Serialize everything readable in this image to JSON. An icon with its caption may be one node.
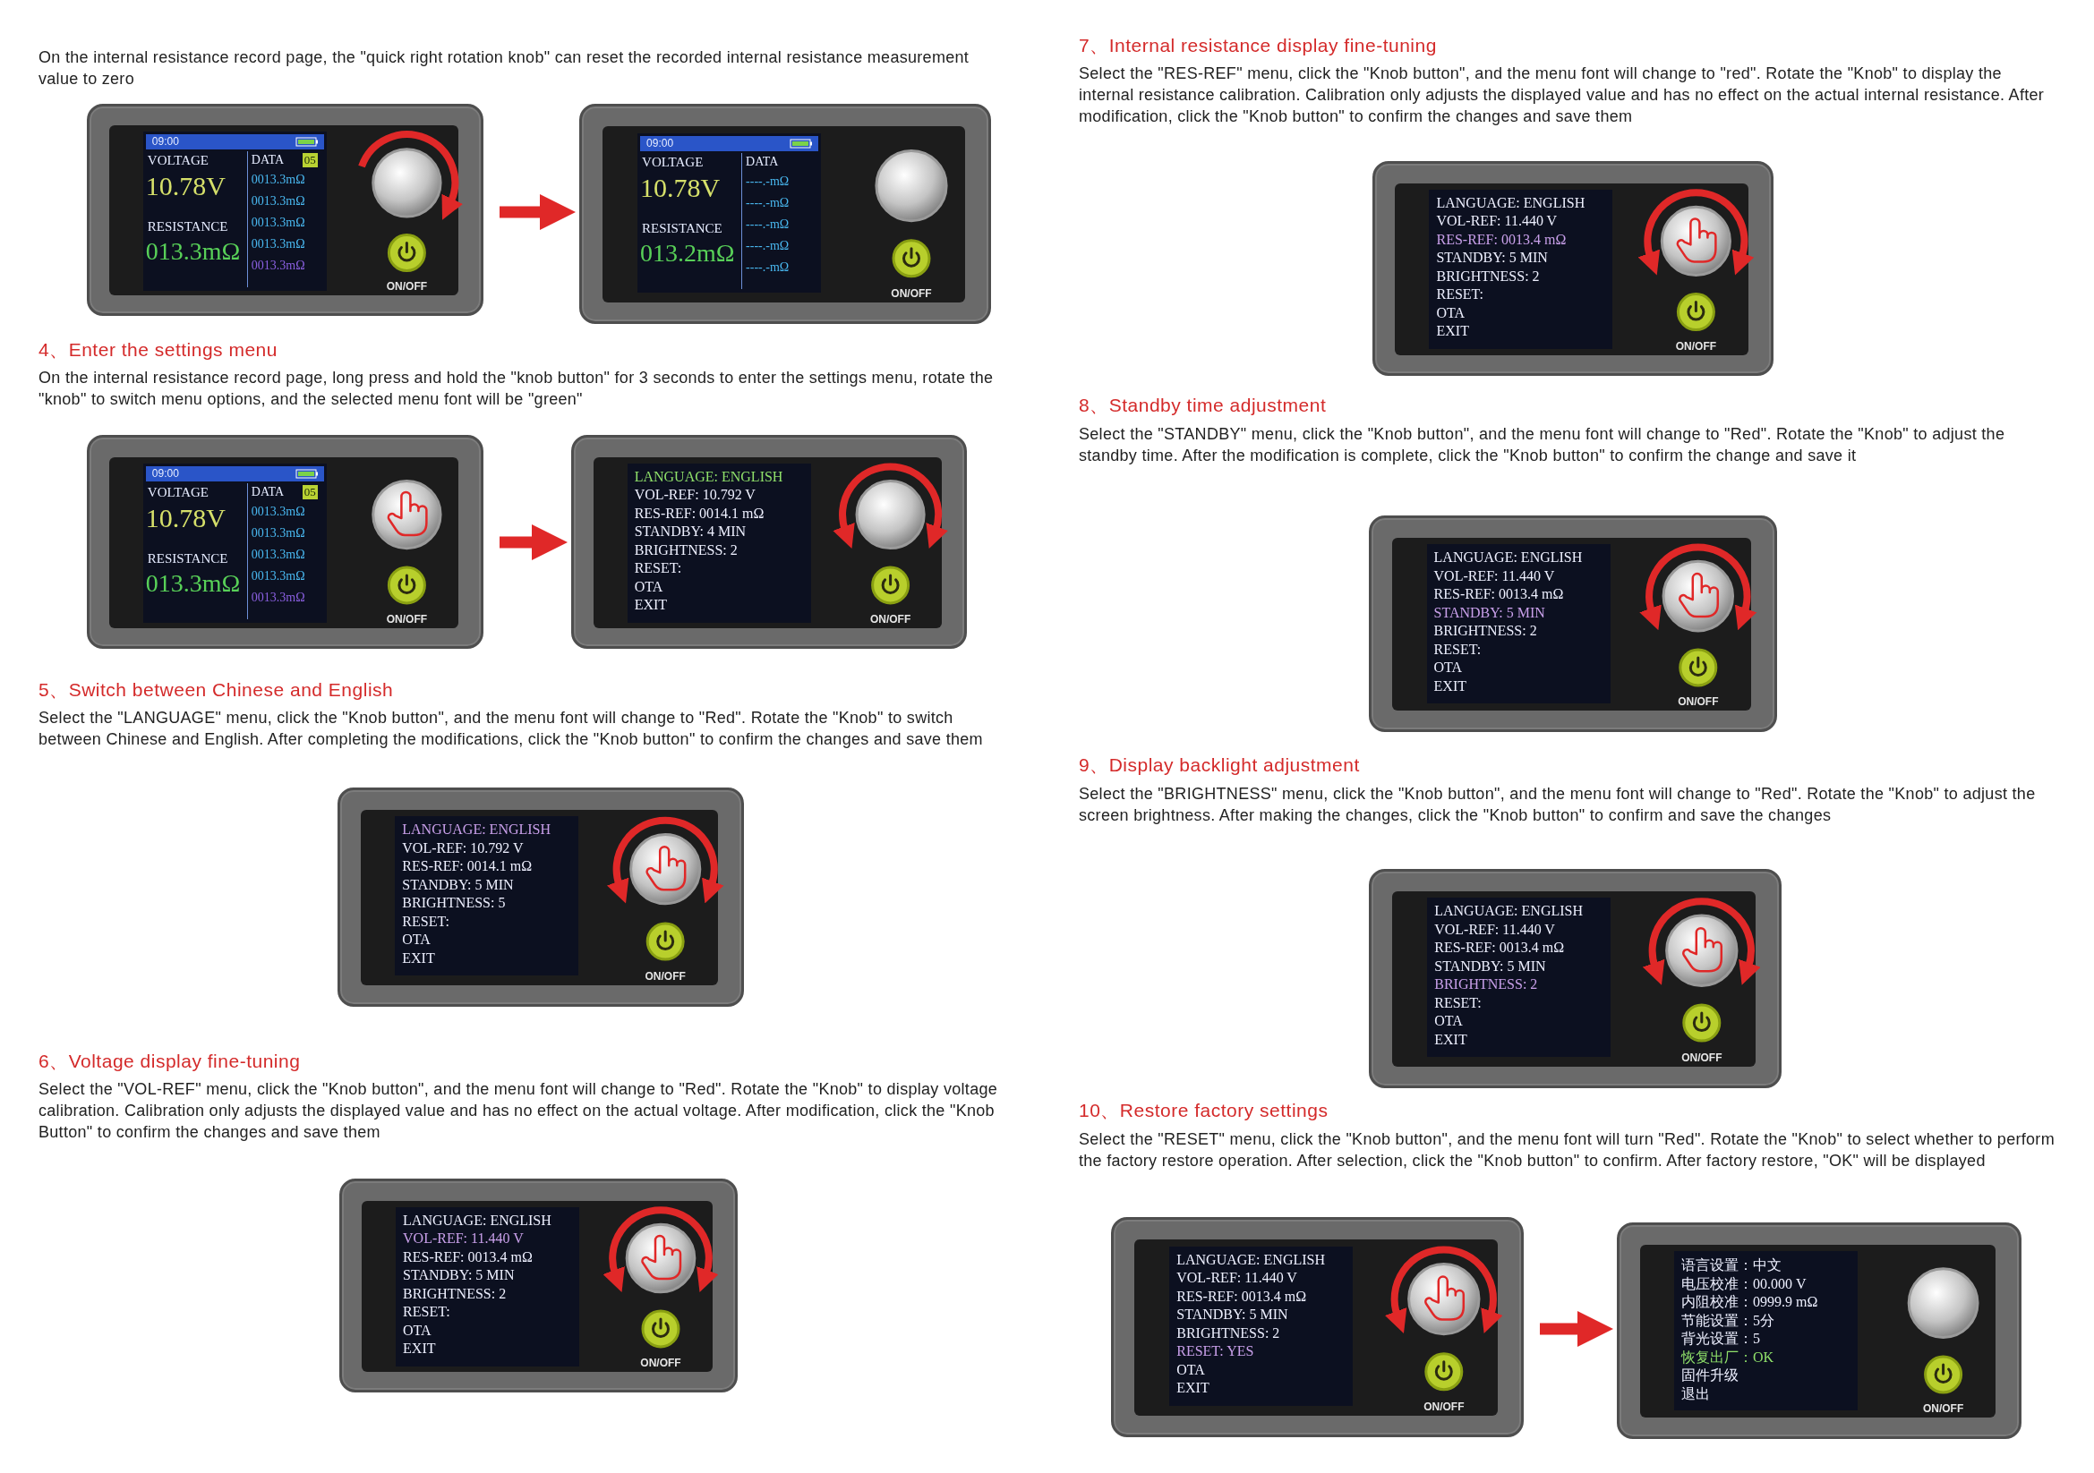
{
  "diagram": {
    "nodes": [
      {
        "text": [
          "09:00",
          "VOLTAGE",
          "DATA",
          "05",
          "10.78V",
          "0013.3mΩ",
          "0013.3mΩ",
          "0013.3mΩ",
          "0013.3mΩ",
          "0013.3mΩ",
          "RESISTANCE",
          "013.3mΩ",
          "ON/OFF"
        ]
      },
      {
        "text": [
          "09:00",
          "VOLTAGE",
          "DATA",
          "10.78V",
          "----.-mΩ",
          "----.-mΩ",
          "----.-mΩ",
          "----.-mΩ",
          "----.-mΩ",
          "RESISTANCE",
          "013.2mΩ",
          "ON/OFF"
        ]
      },
      {
        "text": [
          "09:00",
          "VOLTAGE",
          "DATA",
          "05",
          "10.78V",
          "0013.3mΩ",
          "0013.3mΩ",
          "0013.3mΩ",
          "0013.3mΩ",
          "0013.3mΩ",
          "RESISTANCE",
          "013.3mΩ",
          "ON/OFF"
        ]
      },
      {
        "text": [
          "LANGUAGE: ENGLISH",
          "VOL-REF: 10.792 V",
          "RES-REF: 0014.1 mΩ",
          "STANDBY: 4 MIN",
          "BRIGHTNESS: 2",
          "RESET:",
          "OTA",
          "EXIT",
          "ON/OFF"
        ]
      },
      {
        "text": [
          "LANGUAGE: ENGLISH",
          "VOL-REF: 10.792 V",
          "RES-REF: 0014.1 mΩ",
          "STANDBY: 5 MIN",
          "BRIGHTNESS: 5",
          "RESET:",
          "OTA",
          "EXIT",
          "ON/OFF"
        ]
      },
      {
        "text": [
          "LANGUAGE: ENGLISH",
          "VOL-REF: 11.440 V",
          "RES-REF: 0013.4 mΩ",
          "STANDBY: 5 MIN",
          "BRIGHTNESS: 2",
          "RESET:",
          "OTA",
          "EXIT",
          "ON/OFF"
        ]
      },
      {
        "text": [
          "LANGUAGE: ENGLISH",
          "VOL-REF: 11.440 V",
          "RES-REF: 0013.4 mΩ",
          "STANDBY: 5 MIN",
          "BRIGHTNESS: 2",
          "RESET:",
          "OTA",
          "EXIT",
          "ON/OFF"
        ]
      },
      {
        "text": [
          "LANGUAGE: ENGLISH",
          "VOL-REF: 11.440 V",
          "RES-REF: 0013.4 mΩ",
          "STANDBY: 5 MIN",
          "BRIGHTNESS: 2",
          "RESET:",
          "OTA",
          "EXIT",
          "ON/OFF"
        ]
      },
      {
        "text": [
          "LANGUAGE: ENGLISH",
          "VOL-REF: 11.440 V",
          "RES-REF: 0013.4 mΩ",
          "STANDBY: 5 MIN",
          "BRIGHTNESS: 2",
          "RESET:",
          "OTA",
          "EXIT",
          "ON/OFF"
        ]
      },
      {
        "text": [
          "LANGUAGE: ENGLISH",
          "VOL-REF: 11.440 V",
          "RES-REF: 0013.4 mΩ",
          "STANDBY: 5 MIN",
          "BRIGHTNESS: 2",
          "RESET: YES",
          "OTA",
          "EXIT",
          "ON/OFF"
        ]
      },
      {
        "text": [
          "语言设置：中文",
          "电压校准：00.000 V",
          "内阻校准：0999.9 mΩ",
          "节能设置：5分",
          "背光设置：5",
          "恢复出厂：OK",
          "固件升级",
          "退出",
          "ON/OFF"
        ]
      }
    ],
    "edges": [
      {
        "from": 0,
        "to": 1,
        "arrow": "to"
      },
      {
        "from": 2,
        "to": 3,
        "arrow": "to"
      },
      {
        "from": 9,
        "to": 10,
        "arrow": "to"
      }
    ],
    "labels": [
      "On the internal resistance record page, the \"quick right rotation knob\" can reset the recorded internal resistance measurement value to zero",
      "4、Enter the settings menu",
      "On the internal resistance record page, long press and hold the \"knob button\" for 3 seconds to enter the settings menu, rotate the \"knob\" to switch menu options, and the selected menu font will be \"green\"",
      "5、Switch between Chinese and English",
      "Select the \"LANGUAGE\" menu, click the \"Knob button\", and the menu font will change to \"Red\". Rotate the \"Knob\" to switch between Chinese and English. After completing the modifications, click the \"Knob button\" to confirm the changes and save them",
      "6、Voltage display fine-tuning",
      "Select the \"VOL-REF\" menu, click the \"Knob button\", and the menu font will change to \"Red\". Rotate the \"Knob\" to display voltage calibration. Calibration only adjusts the displayed value and has no effect on the actual voltage. After modification, click the \"Knob Button\" to confirm the changes and save them",
      "7、Internal resistance display fine-tuning",
      "Select the \"RES-REF\" menu, click the \"Knob button\", and the menu font will change to \"red\". Rotate the \"Knob\" to display the internal resistance calibration. Calibration only adjusts the displayed value and has no effect on the actual internal resistance. After modification, click the \"Knob button\" to confirm the changes and save them",
      "8、Standby time adjustment",
      "Select the \"STANDBY\" menu, click the \"Knob button\", and the menu font will change to \"Red\". Rotate the \"Knob\" to adjust the standby time. After the modification is complete, click the \"Knob button\" to confirm the change and save it",
      "9、Display backlight adjustment",
      "Select the \"BRIGHTNESS\" menu, click the \"Knob button\", and the menu font will change to \"Red\". Rotate the \"Knob\" to adjust the screen brightness. After making the changes, click the \"Knob button\" to confirm and save the changes",
      "10、Restore factory settings",
      "Select the \"RESET\" menu, click the \"Knob button\", and the menu font will turn \"Red\". Rotate the \"Knob\" to select whether to perform the factory restore operation. After selection, click the \"Knob button\" to confirm. After factory restore, \"OK\" will be displayed"
    ]
  }
}
